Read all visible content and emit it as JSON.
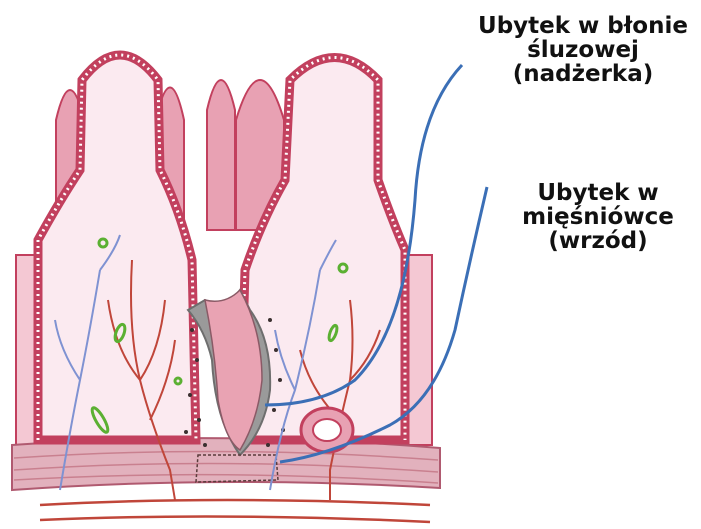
{
  "labels": {
    "erosion": {
      "line1": "Ubytek w błonie",
      "line2": "śluzowej",
      "line3": "(nadżerka)"
    },
    "ulcer": {
      "line1": "Ubytek w",
      "line2": "mięśniówce",
      "line3": "(wrzód)"
    }
  },
  "colors": {
    "mucosa_outline": "#c2405e",
    "mucosa_fill": "#e8a1b3",
    "lamina_fill": "#fbeaf0",
    "muscle_band": "#e2b1bd",
    "artery": "#c0463a",
    "vein": "#7f92d2",
    "pointer_line": "#3b6fb6",
    "ulcer_gray": "#9a9a9a",
    "bacteria": "#5bb032"
  }
}
